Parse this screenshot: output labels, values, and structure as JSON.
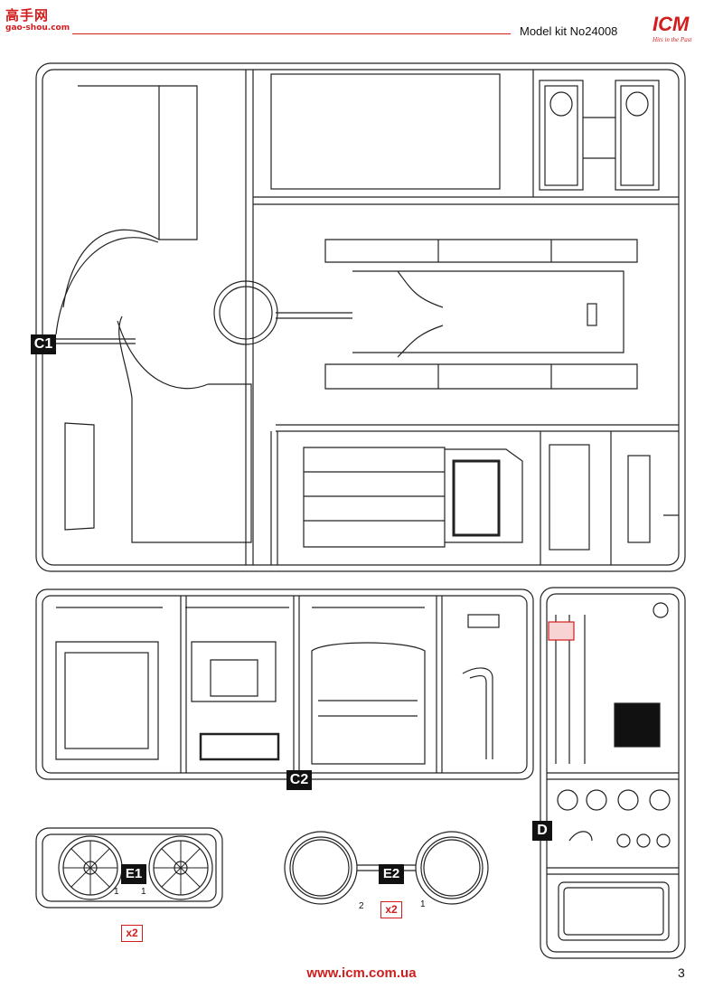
{
  "watermark": {
    "brand": "高手网",
    "url": "gao-shou.com"
  },
  "header": {
    "title": "Model kit No24008",
    "brand": "ICM",
    "tagline": "Hits in the Past"
  },
  "sprues": {
    "c1": "C1",
    "c2": "C2",
    "d": "D",
    "e1": "E1",
    "e2": "E2"
  },
  "multipliers": {
    "e1": "x2",
    "e2": "x2"
  },
  "part_numbers": {
    "e1_left": "1",
    "e1_right": "1",
    "e2_left": "2",
    "e2_right": "1"
  },
  "footer": {
    "url": "www.icm.com.ua",
    "page": "3"
  }
}
